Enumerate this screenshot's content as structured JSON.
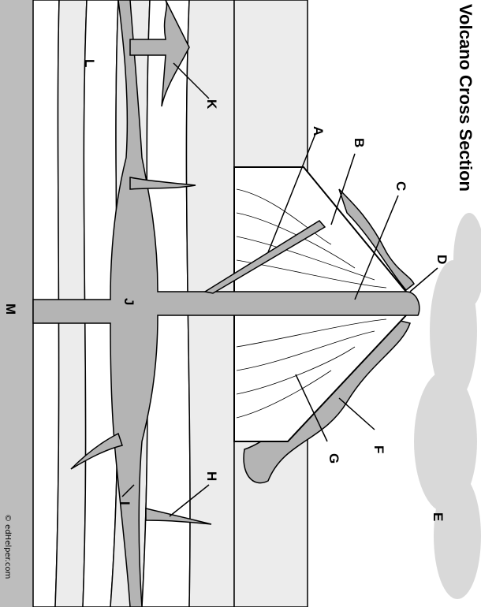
{
  "title": "Volcano Cross Section",
  "copyright": "© edHelper.com",
  "labels": {
    "A": "A",
    "B": "B",
    "C": "C",
    "D": "D",
    "E": "E",
    "F": "F",
    "G": "G",
    "H": "H",
    "I": "I",
    "J": "J",
    "K": "K",
    "L": "L",
    "M": "M"
  },
  "colors": {
    "magma": "#b4b4b4",
    "layer_light": "#ececec",
    "ground": "#bdbdbd",
    "sky": "#ffffff"
  }
}
